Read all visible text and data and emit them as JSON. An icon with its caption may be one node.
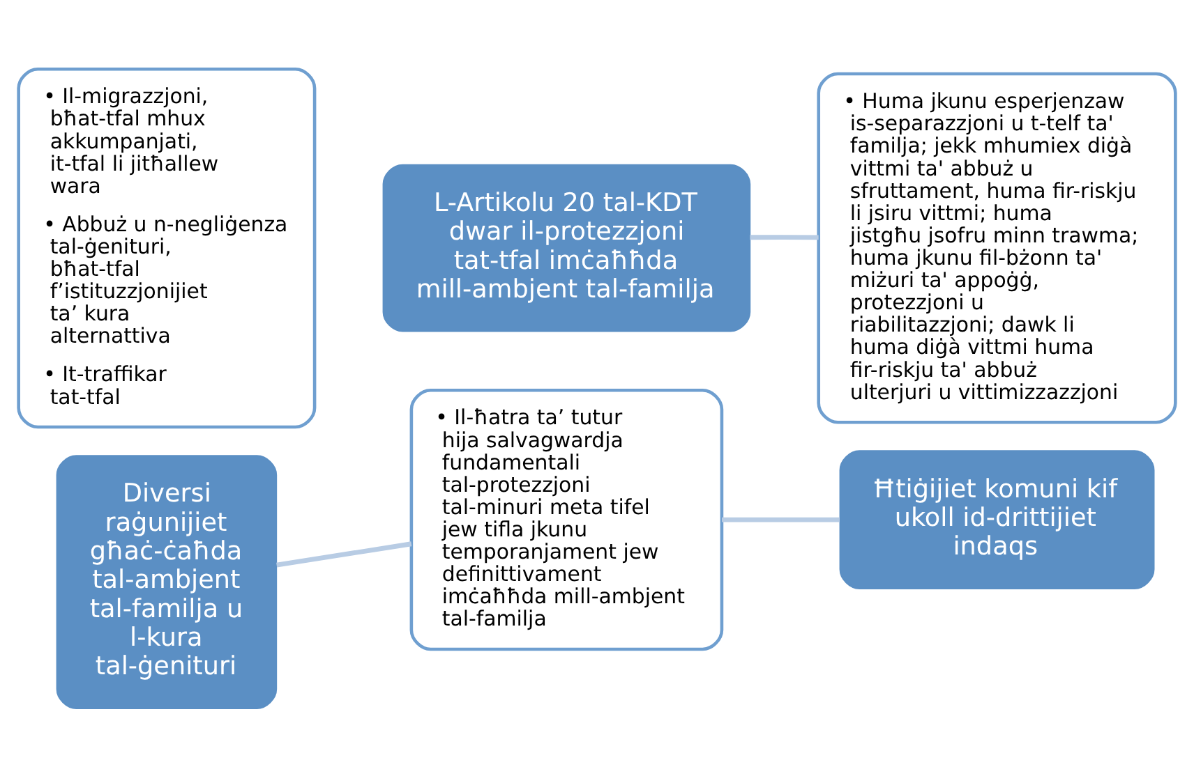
{
  "diagram": {
    "nodes": [
      {
        "text": [
          "• Il-migrazzjoni, bħat-tfal mhux akkumpanjati, it-tfal li jitħallew wara",
          "• Abbuż u n-negliġenza tal-ġenituri, bħat-tfal f’istituzzjonijiet ta’ kura alternattiva",
          "• It-traffikar tat-tfal"
        ]
      },
      {
        "text": [
          "Diversi raġunijiet għaċ-ċaħda tal-ambjent tal-familja u l-kura tal-ġenituri"
        ]
      },
      {
        "text": [
          "L-Artikolu 20 tal-KDT dwar il-protezzjoni tat-tfal imċaħħda mill-ambjent tal-familja"
        ]
      },
      {
        "text": [
          "• Il-ħatra ta’ tutur hija salvagwardja fundamentali tal-protezzjoni tal-minuri meta tifel jew tifla jkunu temporanjament jew definittivament imċaħħda mill-ambjent tal-familja"
        ]
      },
      {
        "text": [
          "• Huma jkunu esperjenzaw is-separazzjoni u t-telf ta' familja; jekk mhumiex diġà vittmi ta' abbuż u sfruttament, huma fir-riskju li jsiru vittmi; huma jistgħu jsofru minn trawma; huma jkunu fil-bżonn ta' miżuri ta' appoġġ, protezzjoni u riabilitazzjoni; dawk li huma diġà vittmi huma fir-riskju ta' abbuż ulterjuri u vittimizzazzjoni"
        ]
      },
      {
        "text": [
          "Ħtiġijiet komuni kif ukoll id-drittijiet indaqs"
        ]
      }
    ],
    "edges": [
      {
        "from": 1,
        "to": 3,
        "arrow": "none"
      },
      {
        "from": 2,
        "to": 4,
        "arrow": "none"
      },
      {
        "from": 3,
        "to": 5,
        "arrow": "none"
      }
    ]
  }
}
